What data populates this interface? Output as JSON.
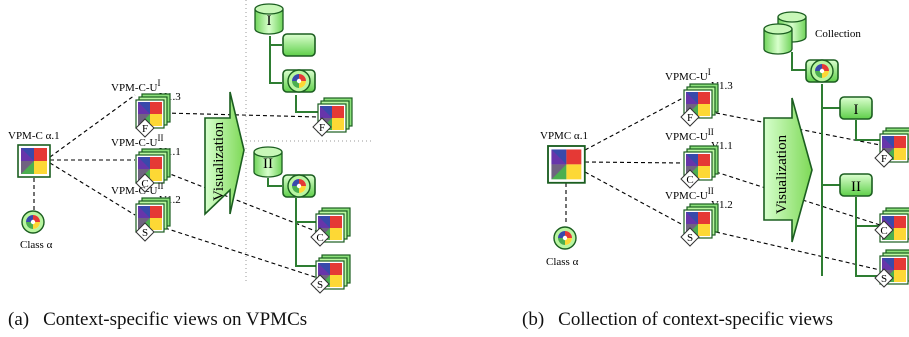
{
  "panel_a": {
    "caption_letter": "(a)",
    "caption": "Context-specific views on VPMCs",
    "root_label": "VPM-C α.1",
    "class_label": "Class α",
    "view_labels": [
      {
        "name": "VPM-C-U",
        "sup": "I",
        "sub": "V1.3",
        "letter": "F"
      },
      {
        "name": "VPM-C-U",
        "sup": "II",
        "sub": "V1.1",
        "letter": "C"
      },
      {
        "name": "VPM-C-U",
        "sup": "II",
        "sub": "V1.2",
        "letter": "S"
      }
    ],
    "arrow_text": "Visualization",
    "group_1": "I",
    "group_2": "II",
    "target_letters": [
      "F",
      "C",
      "S"
    ]
  },
  "panel_b": {
    "caption_letter": "(b)",
    "caption": "Collection of context-specific views",
    "root_label": "VPMC α.1",
    "class_label": "Class α",
    "collection_label": "Collection",
    "view_labels": [
      {
        "name": "VPMC-U",
        "sup": "I",
        "sub": "V1.3",
        "letter": "F"
      },
      {
        "name": "VPMC-U",
        "sup": "II",
        "sub": "V1.1",
        "letter": "C"
      },
      {
        "name": "VPMC-U",
        "sup": "II",
        "sub": "V1.2",
        "letter": "S"
      }
    ],
    "arrow_text": "Visualization",
    "group_1": "I",
    "group_2": "II",
    "target_letters": [
      "F",
      "C",
      "S"
    ]
  },
  "colors": {
    "green_dark": "#1b5e20",
    "green_light": "#b9f6a0",
    "red": "#e53935",
    "yellow": "#fdd835",
    "blue": "#3949ab",
    "purple": "#8e24aa"
  }
}
